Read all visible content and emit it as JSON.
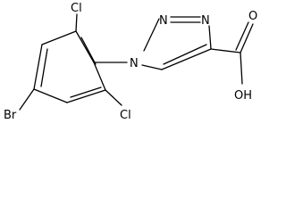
{
  "molecule": {
    "atoms": {
      "chlorine_top": "Cl",
      "chlorine_bottom": "Cl",
      "bromine": "Br",
      "nitrogen_1": "N",
      "nitrogen_2": "N",
      "nitrogen_3": "N",
      "carbonyl_oxygen": "O",
      "hydroxyl": "OH"
    },
    "colors": {
      "bond": "#000000",
      "text": "#000000",
      "background": "#ffffff"
    }
  }
}
